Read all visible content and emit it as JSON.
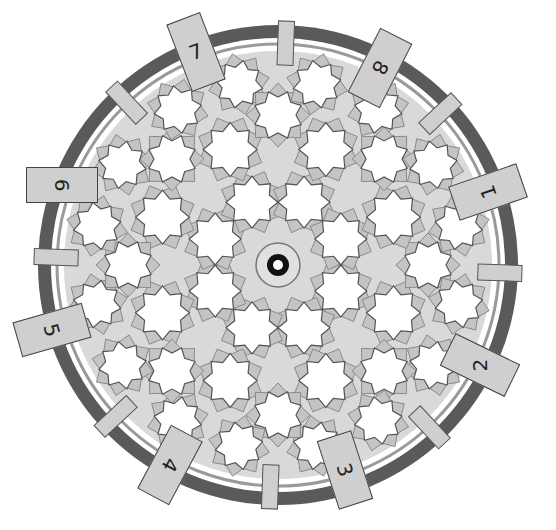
{
  "diagram": {
    "nodes": [
      {
        "text": [
          "7"
        ]
      },
      {
        "text": [
          "8"
        ]
      },
      {
        "text": [
          "6"
        ]
      },
      {
        "text": [
          "1"
        ]
      },
      {
        "text": [
          "5"
        ]
      },
      {
        "text": [
          "2"
        ]
      },
      {
        "text": [
          "4"
        ]
      },
      {
        "text": [
          "3"
        ]
      }
    ]
  }
}
